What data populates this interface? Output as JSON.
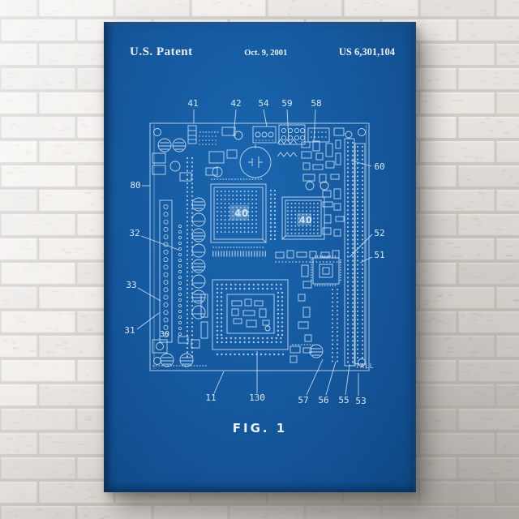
{
  "poster": {
    "header": {
      "title": "U.S. Patent",
      "date": "Oct. 9, 2001",
      "patent_number": "US 6,301,104"
    },
    "caption": "FIG. 1",
    "colors": {
      "poster_blue": "#15599f",
      "line_color": "#cfe3f4"
    },
    "figure": {
      "chip_labels": {
        "chip1": "40",
        "chip2": "40"
      },
      "board_note": "7ALL",
      "ref_labels": {
        "l41": "41",
        "l42": "42",
        "l54": "54",
        "l59": "59",
        "l58": "58",
        "l60": "60",
        "l52": "52",
        "l51": "51",
        "l80": "80",
        "l32": "32",
        "l33": "33",
        "l31": "31",
        "l30": "30",
        "l11": "11",
        "l130": "130",
        "l57": "57",
        "l56": "56",
        "l55": "55",
        "l53": "53"
      }
    }
  }
}
